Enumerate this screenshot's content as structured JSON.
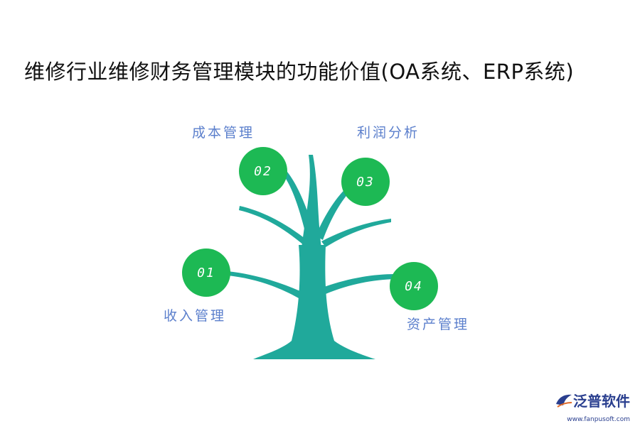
{
  "title": "维修行业维修财务管理模块的功能价值(OA系统、ERP系统)",
  "nodes": [
    {
      "id": "01",
      "label": "收入管理"
    },
    {
      "id": "02",
      "label": "成本管理"
    },
    {
      "id": "03",
      "label": "利润分析"
    },
    {
      "id": "04",
      "label": "资产管理"
    }
  ],
  "colors": {
    "trunk": "#20a99b",
    "node": "#1db954",
    "label": "#5b7fcc"
  },
  "logo": {
    "name": "泛普软件",
    "url": "www.fanpusoft.com"
  }
}
